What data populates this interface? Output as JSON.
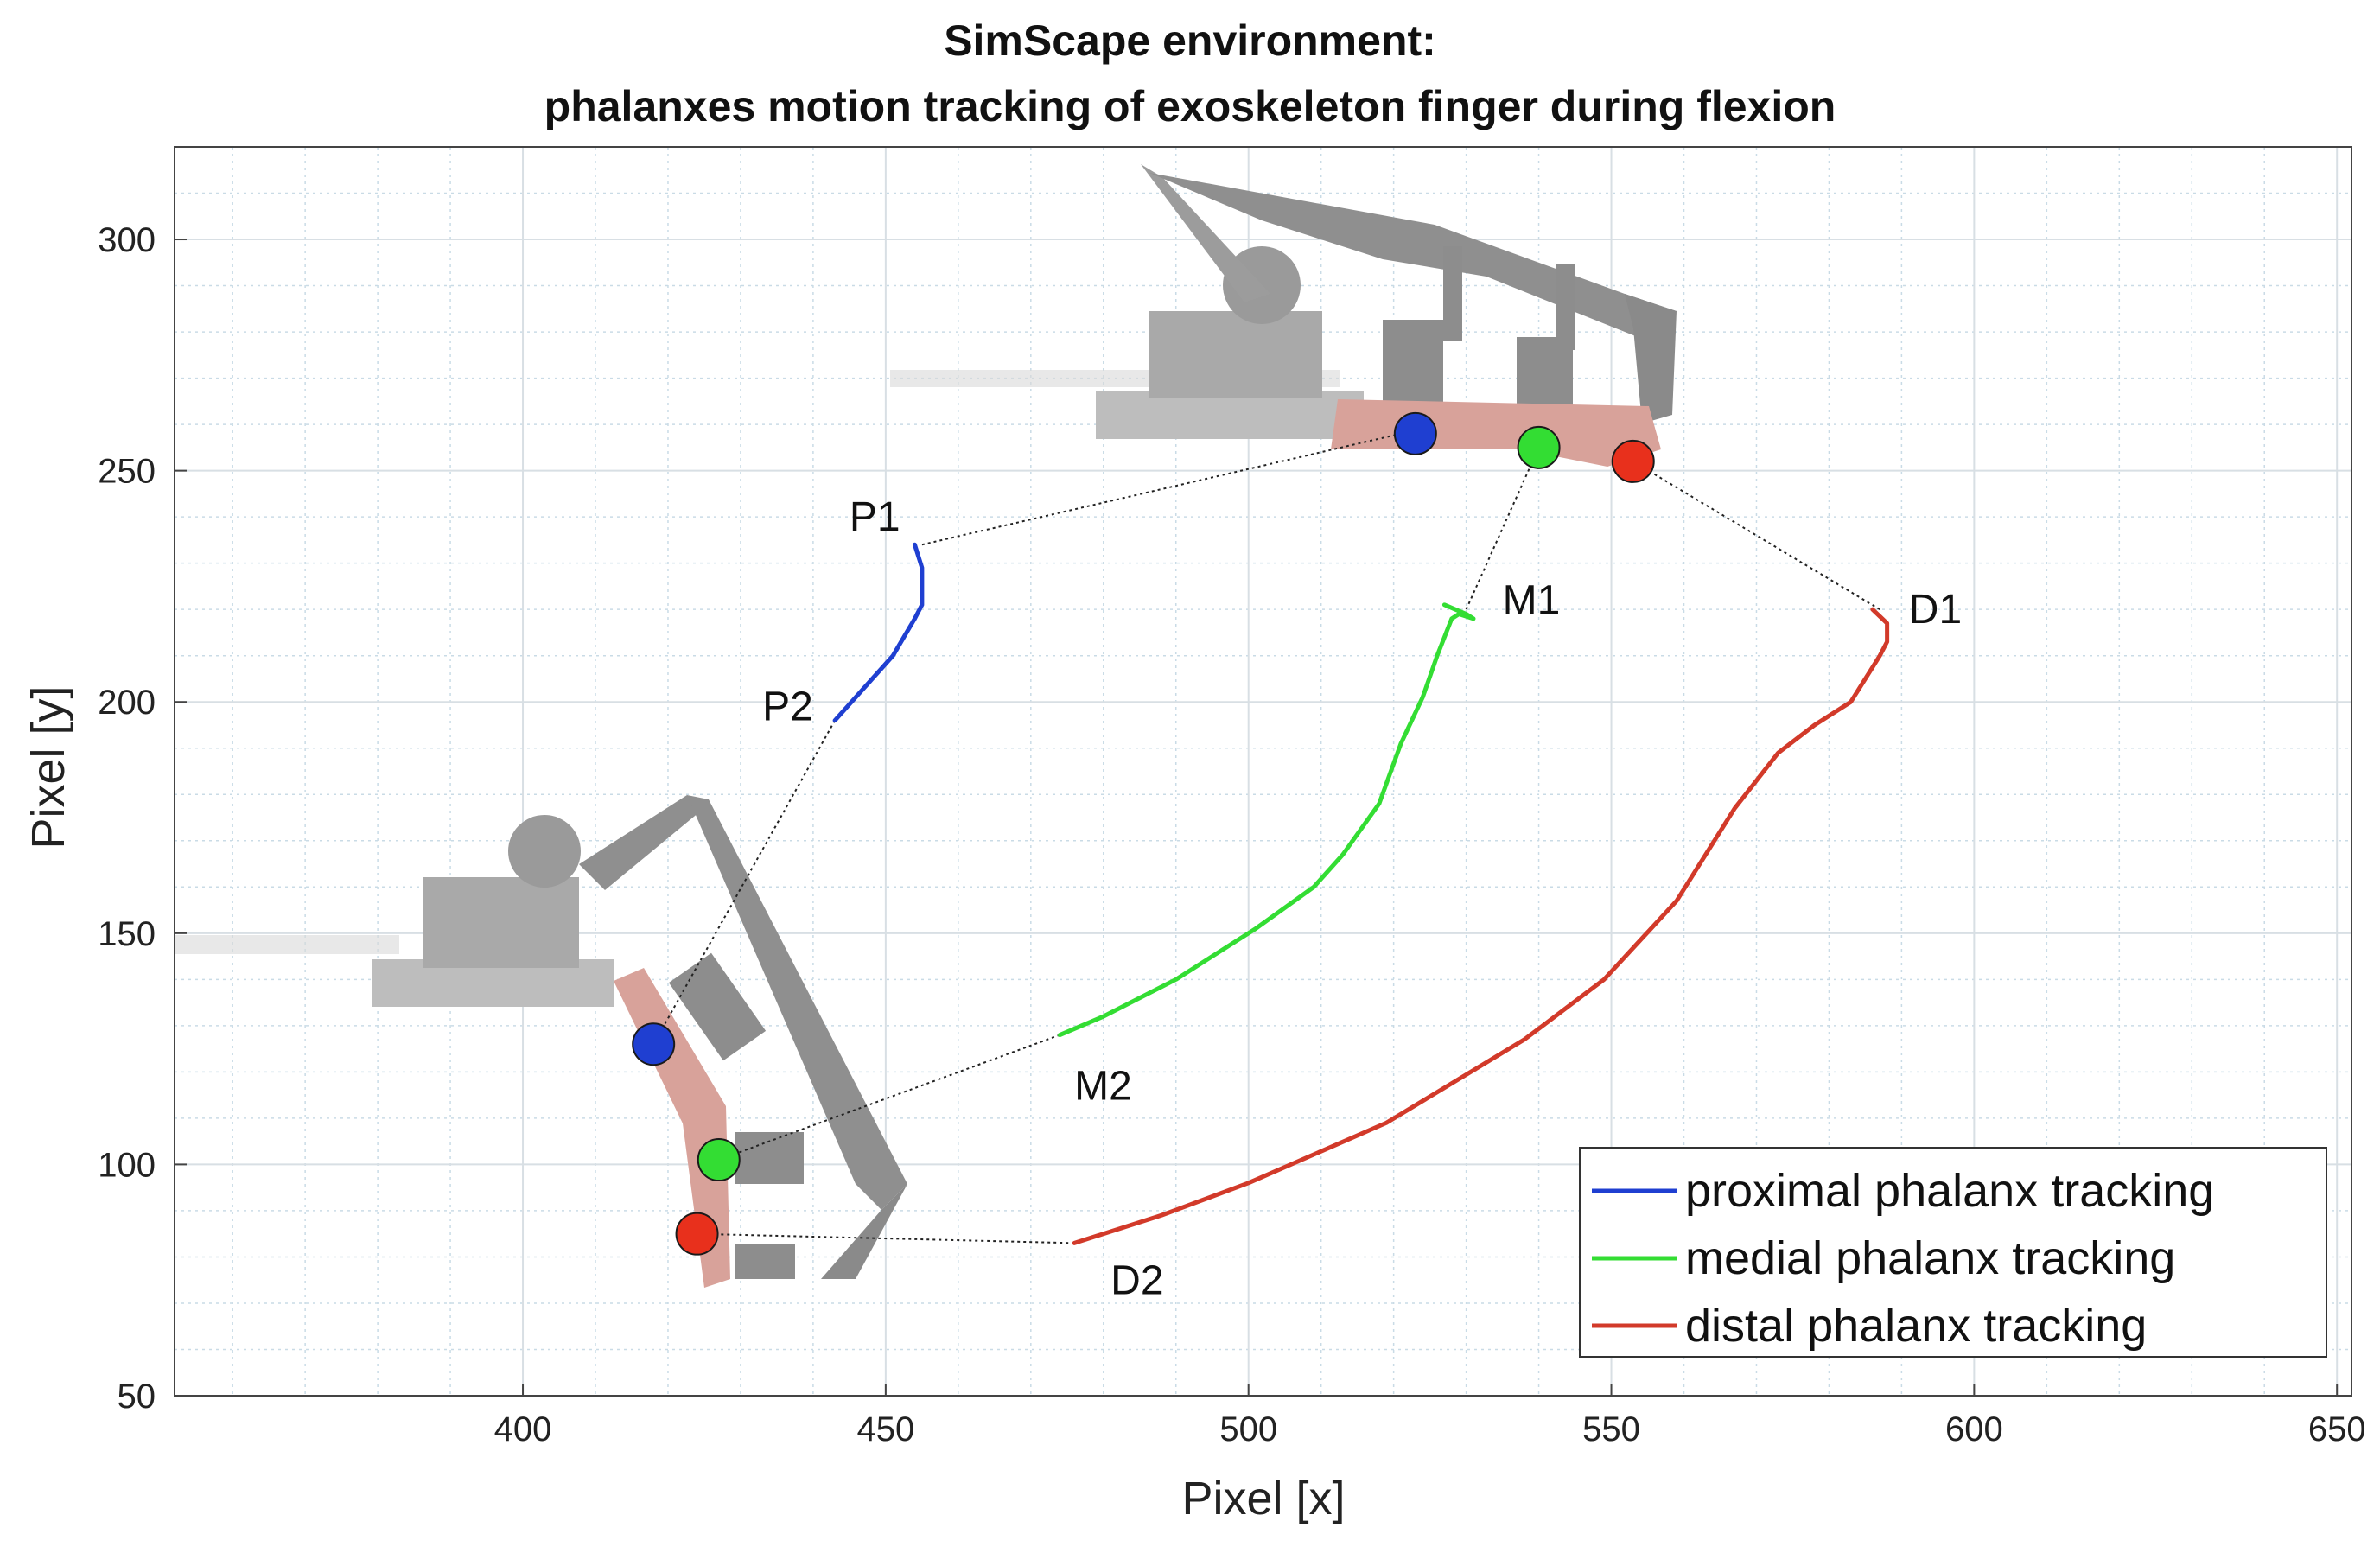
{
  "chart_data": {
    "type": "line",
    "title": "SimScape environment:",
    "subtitle": "phalanxes motion tracking of exoskeleton finger during flexion",
    "xlabel": "Pixel [x]",
    "ylabel": "Pixel [y]",
    "xlim": [
      352,
      652
    ],
    "ylim": [
      50,
      320
    ],
    "xticks": [
      400,
      450,
      500,
      550,
      600,
      650
    ],
    "yticks": [
      50,
      100,
      150,
      200,
      250,
      300
    ],
    "xtick_labels": [
      "400",
      "450",
      "500",
      "550",
      "600",
      "650"
    ],
    "ytick_labels": [
      "50",
      "100",
      "150",
      "200",
      "250",
      "300"
    ],
    "grid": "on (major and minor)",
    "legend_position": "bottom-right",
    "series": [
      {
        "name": "proximal phalanx tracking",
        "color": "#1f3fd1",
        "x": [
          454,
          455,
          455,
          454,
          451,
          447,
          443
        ],
        "y": [
          234,
          229,
          221,
          218,
          210,
          203,
          196
        ]
      },
      {
        "name": "medial phalanx tracking",
        "color": "#33dd33",
        "x": [
          527,
          530,
          531,
          529,
          528,
          526,
          524,
          521,
          518,
          513,
          509,
          501,
          490,
          480,
          474
        ],
        "y": [
          221,
          219,
          218,
          219,
          218,
          210,
          201,
          191,
          178,
          167,
          160,
          151,
          140,
          132,
          128
        ]
      },
      {
        "name": "distal phalanx tracking",
        "color": "#d23a2a",
        "x": [
          586,
          588,
          588,
          587,
          583,
          578,
          573,
          567,
          559,
          549,
          538,
          519,
          500,
          488,
          476
        ],
        "y": [
          220,
          217,
          213,
          210,
          200,
          195,
          189,
          177,
          157,
          140,
          127,
          109,
          96,
          89,
          83
        ]
      }
    ],
    "annotations": [
      {
        "text": "P1",
        "x": 445,
        "y": 237
      },
      {
        "text": "P2",
        "x": 433,
        "y": 196
      },
      {
        "text": "M1",
        "x": 535,
        "y": 219
      },
      {
        "text": "M2",
        "x": 476,
        "y": 114
      },
      {
        "text": "D1",
        "x": 591,
        "y": 217
      },
      {
        "text": "D2",
        "x": 481,
        "y": 72
      }
    ],
    "markers": {
      "top_hand": [
        {
          "joint": "proximal",
          "x": 523,
          "y": 258,
          "color": "#1f3fd1"
        },
        {
          "joint": "medial",
          "x": 540,
          "y": 255,
          "color": "#33dd33"
        },
        {
          "joint": "distal",
          "x": 553,
          "y": 252,
          "color": "#e8301c"
        }
      ],
      "bottom_hand": [
        {
          "joint": "proximal",
          "x": 418,
          "y": 126,
          "color": "#1f3fd1"
        },
        {
          "joint": "medial",
          "x": 427,
          "y": 101,
          "color": "#33dd33"
        },
        {
          "joint": "distal",
          "x": 424,
          "y": 85,
          "color": "#e8301c"
        }
      ]
    },
    "connectors": [
      {
        "from": [
          455,
          234
        ],
        "to": [
          521,
          258
        ]
      },
      {
        "from": [
          443,
          196
        ],
        "to": [
          418,
          126
        ]
      },
      {
        "from": [
          530,
          220
        ],
        "to": [
          540,
          255
        ]
      },
      {
        "from": [
          474,
          128
        ],
        "to": [
          427,
          101
        ]
      },
      {
        "from": [
          587,
          220
        ],
        "to": [
          553,
          252
        ]
      },
      {
        "from": [
          476,
          83
        ],
        "to": [
          424,
          85
        ]
      }
    ]
  }
}
